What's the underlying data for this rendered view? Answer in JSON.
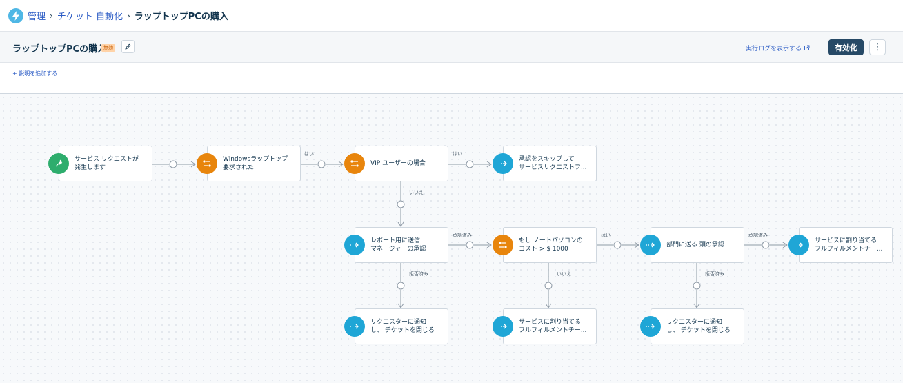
{
  "breadcrumb": {
    "items": [
      "管理",
      "チケット 自動化",
      "ラップトップPCの購入"
    ]
  },
  "header": {
    "title": "ラップトップPCの購入",
    "badge": "無効",
    "log_link": "実行ログを表示する",
    "activate_label": "有効化",
    "more_label": "⋮"
  },
  "description": {
    "add_label": "+ 説明を追加する"
  },
  "nodes": {
    "trigger": {
      "line1": "サービス リクエストが",
      "line2": "発生します"
    },
    "cond_windows": {
      "line1": "Windowsラップトップ",
      "line2": "要求された"
    },
    "cond_vip": {
      "line1": "VIP ユーザーの場合",
      "line2": ""
    },
    "act_skip": {
      "line1": "承認をスキップして",
      "line2": "サービスリクエストフ..."
    },
    "act_manager": {
      "line1": "レポート用に送信",
      "line2": "マネージャーの承認"
    },
    "cond_cost": {
      "line1": "もし ノートパソコンの",
      "line2": "コスト > $ 1000"
    },
    "act_dept": {
      "line1": "部門に送る 頭の承認",
      "line2": ""
    },
    "act_assign1": {
      "line1": "サービスに割り当てる",
      "line2": "フルフィルメントチー..."
    },
    "act_notify1": {
      "line1": "リクエスターに通知",
      "line2": "し、 チケットを閉じる"
    },
    "act_assign2": {
      "line1": "サービスに割り当てる",
      "line2": "フルフィルメントチー..."
    },
    "act_notify2": {
      "line1": "リクエスターに通知",
      "line2": "し、 チケットを閉じる"
    }
  },
  "edge_labels": {
    "yes1": "はい",
    "yes2": "はい",
    "no1": "いいえ",
    "approved1": "承認済み",
    "yes3": "はい",
    "approved2": "承認済み",
    "rejected1": "拒否済み",
    "no2": "いいえ",
    "rejected2": "拒否済み"
  },
  "colors": {
    "trigger": "#2ead6d",
    "condition": "#e8850c",
    "action": "#1fa6d6",
    "primary_button": "#264966"
  },
  "icons": {
    "logo": "lightning-icon",
    "trigger": "event-trigger-icon",
    "condition": "condition-branch-icon",
    "action": "action-arrow-icon"
  }
}
